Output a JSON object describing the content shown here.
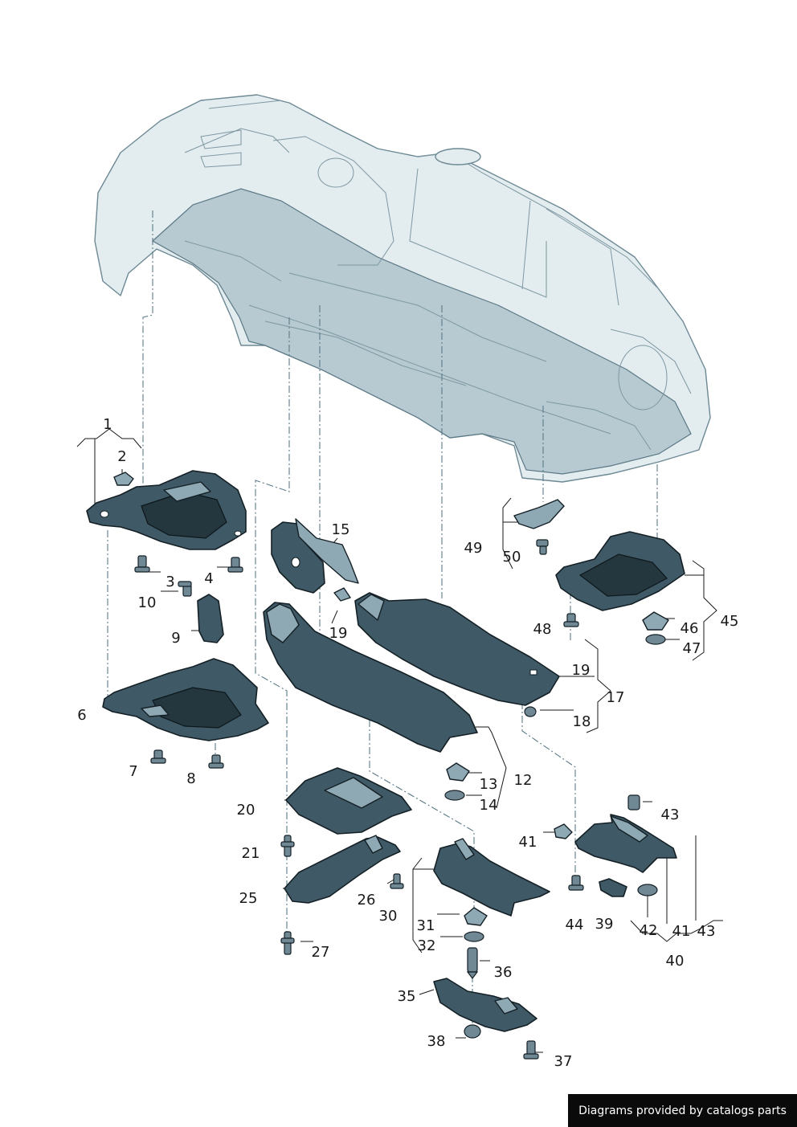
{
  "callouts": {
    "c1": "1",
    "c2": "2",
    "c3": "3",
    "c4": "4",
    "c6": "6",
    "c7": "7",
    "c8": "8",
    "c9": "9",
    "c10": "10",
    "c12": "12",
    "c13": "13",
    "c14": "14",
    "c15": "15",
    "c17": "17",
    "c18": "18",
    "c19a": "19",
    "c19b": "19",
    "c20": "20",
    "c21": "21",
    "c25": "25",
    "c26": "26",
    "c27": "27",
    "c30": "30",
    "c31": "31",
    "c32": "32",
    "c35": "35",
    "c36": "36",
    "c37": "37",
    "c38": "38",
    "c39": "39",
    "c40": "40",
    "c41a": "41",
    "c41b": "41",
    "c42": "42",
    "c43a": "43",
    "c43b": "43",
    "c44": "44",
    "c45": "45",
    "c46": "46",
    "c47": "47",
    "c48": "48",
    "c49": "49",
    "c50": "50"
  },
  "credit": "Diagrams provided by catalogs parts"
}
